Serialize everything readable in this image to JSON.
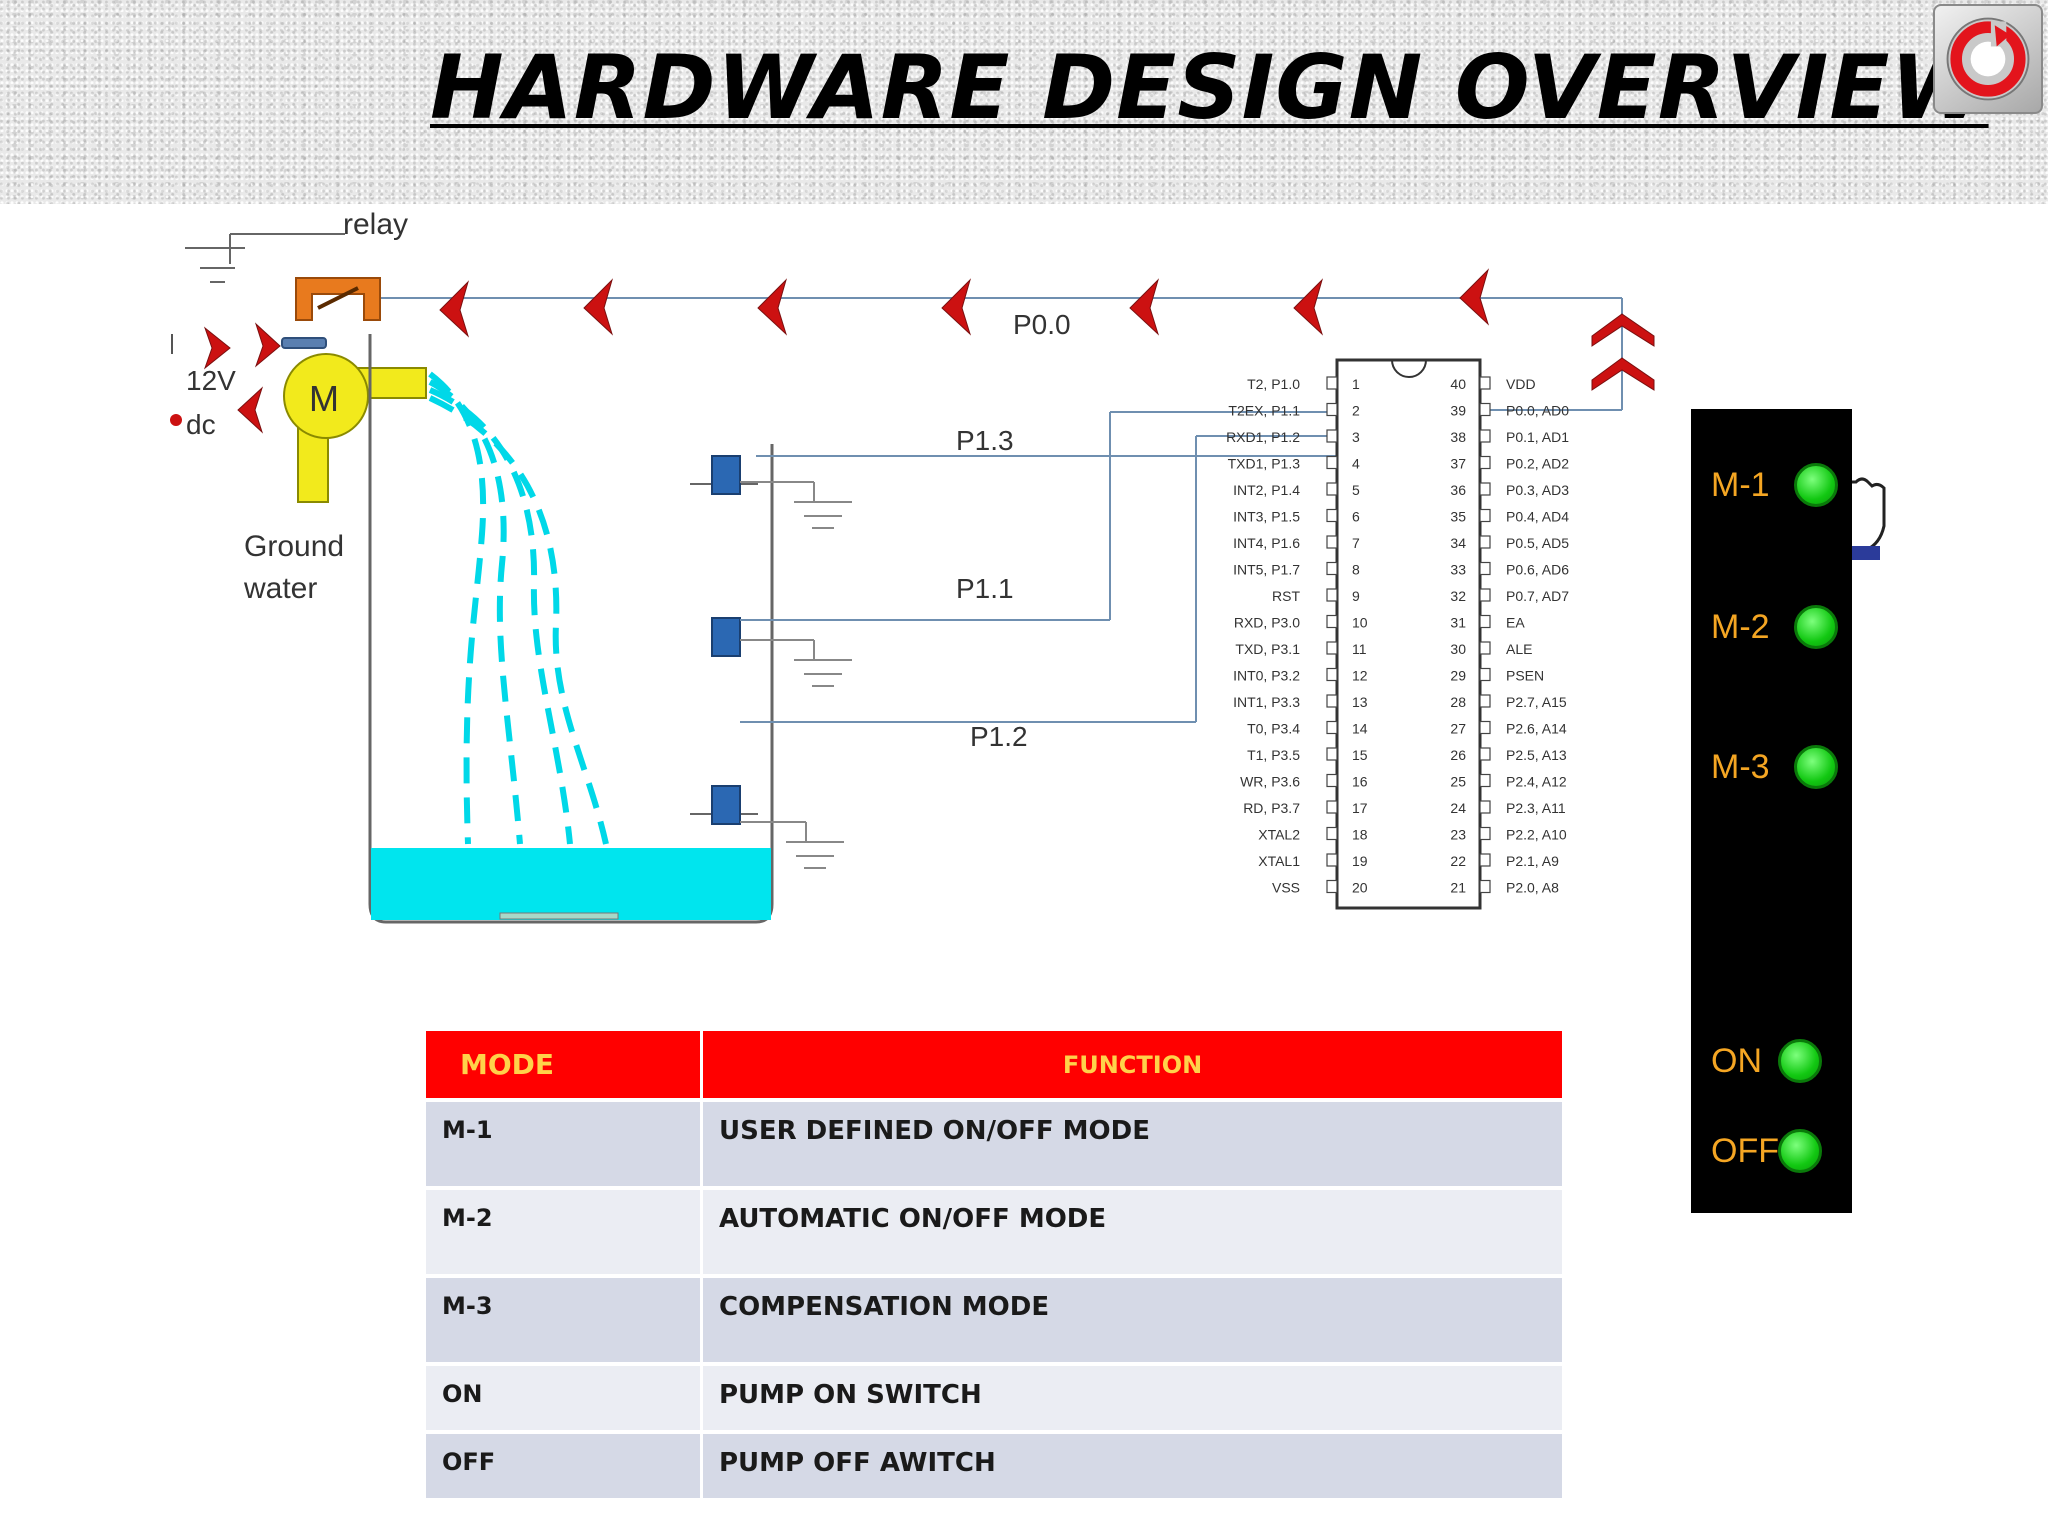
{
  "title": "HARDWARE DESIGN OVERVIEW",
  "icons": {
    "power": "power-icon",
    "pointer": "hand-pointer-icon"
  },
  "colors": {
    "title_bar": "#e9e9e9",
    "arrow": "#cc1111",
    "relay": "#e87a1e",
    "motor": "#f2ea1c",
    "water": "#00e5ee",
    "panel": "#000000",
    "panel_label": "#f5a623",
    "led": "#12c812",
    "table_header": "#ff0000",
    "table_header_text": "#ffd24a",
    "table_row_dark": "#d5d9e6",
    "table_row_light": "#ebedf3"
  },
  "diagram": {
    "relay_label": "relay",
    "voltage_label": "12V",
    "dc_label": "dc",
    "motor_label": "M",
    "ground_water_line1": "Ground",
    "ground_water_line2": "water",
    "signal_p00": "P0.0",
    "signal_p13": "P1.3",
    "signal_p11": "P1.1",
    "signal_p12": "P1.2",
    "chip": {
      "left_pins": [
        "T2, P1.0",
        "T2EX, P1.1",
        "RXD1, P1.2",
        "TXD1, P1.3",
        "INT2, P1.4",
        "INT3, P1.5",
        "INT4, P1.6",
        "INT5, P1.7",
        "RST",
        "RXD, P3.0",
        "TXD, P3.1",
        "INT0, P3.2",
        "INT1, P3.3",
        "T0, P3.4",
        "T1, P3.5",
        "WR, P3.6",
        "RD, P3.7",
        "XTAL2",
        "XTAL1",
        "VSS"
      ],
      "left_numbers": [
        "1",
        "2",
        "3",
        "4",
        "5",
        "6",
        "7",
        "8",
        "9",
        "10",
        "11",
        "12",
        "13",
        "14",
        "15",
        "16",
        "17",
        "18",
        "19",
        "20"
      ],
      "right_numbers": [
        "40",
        "39",
        "38",
        "37",
        "36",
        "35",
        "34",
        "33",
        "32",
        "31",
        "30",
        "29",
        "28",
        "27",
        "26",
        "25",
        "24",
        "23",
        "22",
        "21"
      ],
      "right_pins": [
        "VDD",
        "P0.0, AD0",
        "P0.1, AD1",
        "P0.2, AD2",
        "P0.3, AD3",
        "P0.4, AD4",
        "P0.5, AD5",
        "P0.6, AD6",
        "P0.7, AD7",
        "EA",
        "ALE",
        "PSEN",
        "P2.7, A15",
        "P2.6, A14",
        "P2.5, A13",
        "P2.4, A12",
        "P2.3, A11",
        "P2.2, A10",
        "P2.1, A9",
        "P2.0, A8"
      ]
    }
  },
  "panel": {
    "switches": [
      {
        "label": "M-1"
      },
      {
        "label": "M-2"
      },
      {
        "label": "M-3"
      },
      {
        "label": "ON"
      },
      {
        "label": "OFF"
      }
    ]
  },
  "table": {
    "headers": {
      "mode": "MODE",
      "function": "FUNCTION"
    },
    "rows": [
      {
        "mode": "M-1",
        "function": "USER DEFINED ON/OFF MODE"
      },
      {
        "mode": "M-2",
        "function": "AUTOMATIC ON/OFF MODE"
      },
      {
        "mode": "M-3",
        "function": "COMPENSATION MODE"
      },
      {
        "mode": "ON",
        "function": "PUMP ON SWITCH"
      },
      {
        "mode": "OFF",
        "function": "PUMP OFF AWITCH"
      }
    ]
  }
}
